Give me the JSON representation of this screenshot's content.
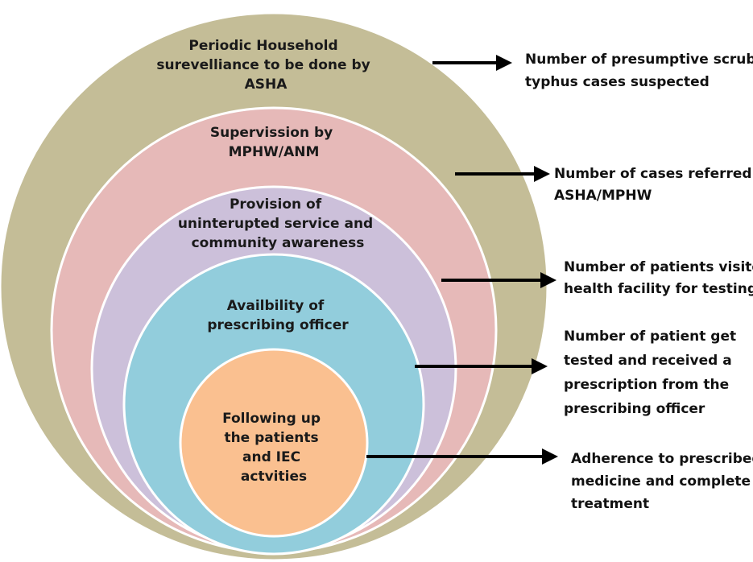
{
  "colors": {
    "outer_ring": "#c4bd97",
    "second_ring": "#e6b9b8",
    "third_ring": "#ccc0da",
    "fourth_ring": "#92cddc",
    "inner_core": "#fac090",
    "ring_border": "#ffffff",
    "arrow": "#000000"
  },
  "rings": [
    {
      "id": "household-surveillance",
      "lines": [
        "Periodic Household",
        "surevelliance to be done by",
        "ASHA"
      ]
    },
    {
      "id": "supervision",
      "lines": [
        "Supervission by",
        "MPHW/ANM"
      ]
    },
    {
      "id": "service-provision",
      "lines": [
        "Provision of",
        "uninterupted service and",
        "community awareness"
      ]
    },
    {
      "id": "prescribing-officer",
      "lines": [
        "Availbility of",
        "prescribing officer"
      ]
    },
    {
      "id": "follow-up",
      "lines": [
        "Following up",
        "the patients",
        "and IEC",
        "actvities"
      ]
    }
  ],
  "outcomes": [
    {
      "id": "presumptive-cases",
      "lines": [
        "Number of presumptive scrub",
        "typhus cases suspected"
      ]
    },
    {
      "id": "cases-referred",
      "lines": [
        "Number of cases referred by",
        "ASHA/MPHW"
      ]
    },
    {
      "id": "patients-visited",
      "lines": [
        "Number of patients visited",
        "health facility for testing"
      ]
    },
    {
      "id": "patients-tested",
      "lines": [
        "Number of patient get",
        "tested and received a",
        "prescription from the",
        "prescribing officer"
      ]
    },
    {
      "id": "adherence",
      "lines": [
        "Adherence to prescribed",
        "medicine and complete",
        "treatment"
      ]
    }
  ]
}
